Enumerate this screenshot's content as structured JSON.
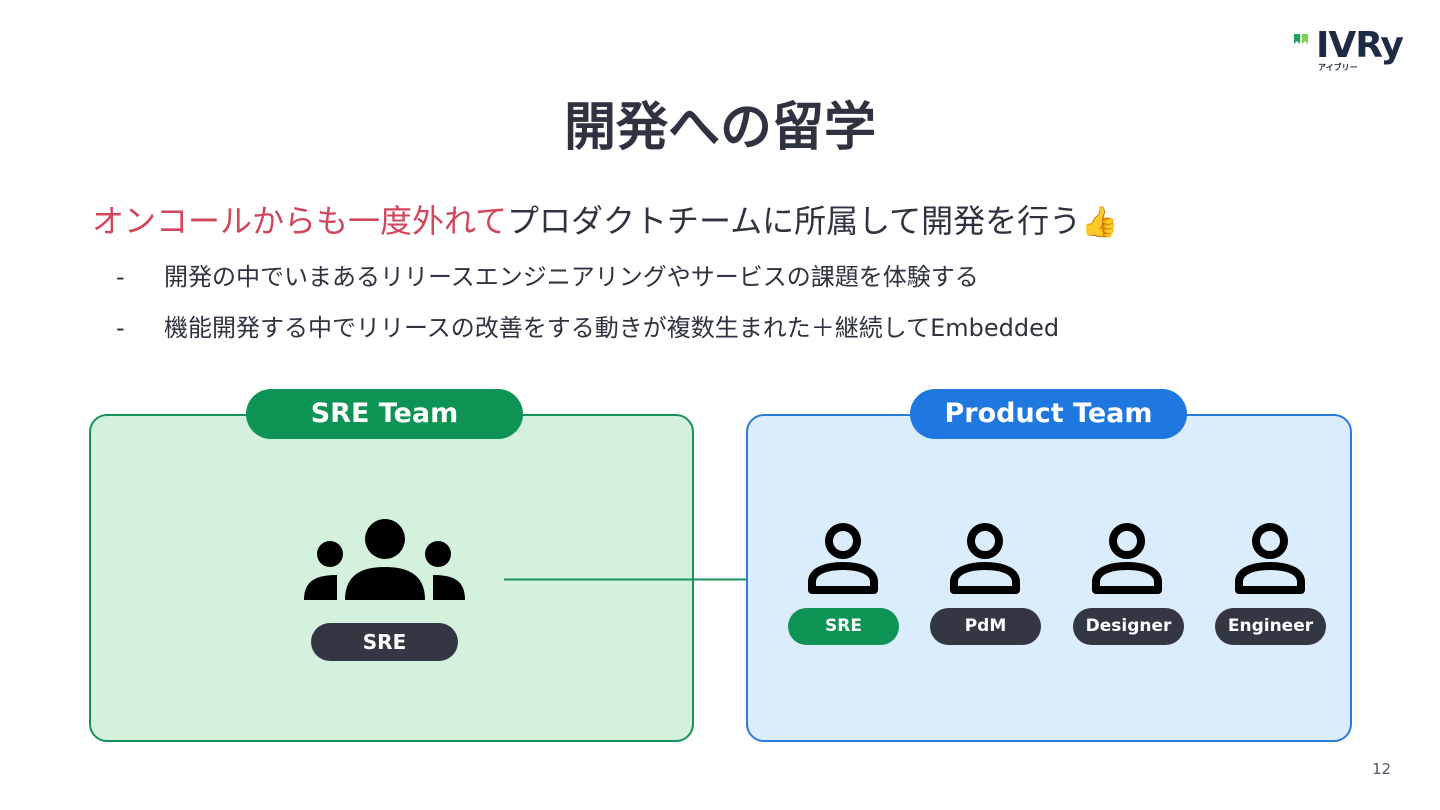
{
  "logo": {
    "name": "IVRy",
    "sub": "アイブリー"
  },
  "title": "開発への留学",
  "lead": {
    "accent": "オンコールからも一度外れて",
    "rest": "プロダクトチームに所属して開発を行う",
    "emoji": "👍"
  },
  "bullets": [
    {
      "dash": "-",
      "text": "開発の中でいまあるリリースエンジニアリングやサービスの課題を体験する"
    },
    {
      "dash": "-",
      "text": "機能開発する中でリリースの改善をする動きが複数生まれた＋継続してEmbedded"
    }
  ],
  "sre_team": {
    "label": "SRE Team",
    "member_label": "SRE"
  },
  "product_team": {
    "label": "Product Team",
    "members": [
      {
        "label": "SRE"
      },
      {
        "label": "PdM"
      },
      {
        "label": "Designer"
      },
      {
        "label": "Engineer"
      }
    ]
  },
  "colors": {
    "accent": "#d2475b",
    "sre_green": "#0d9455",
    "product_blue": "#1e78e0",
    "dark_pill": "#333643"
  },
  "page_number": "12"
}
